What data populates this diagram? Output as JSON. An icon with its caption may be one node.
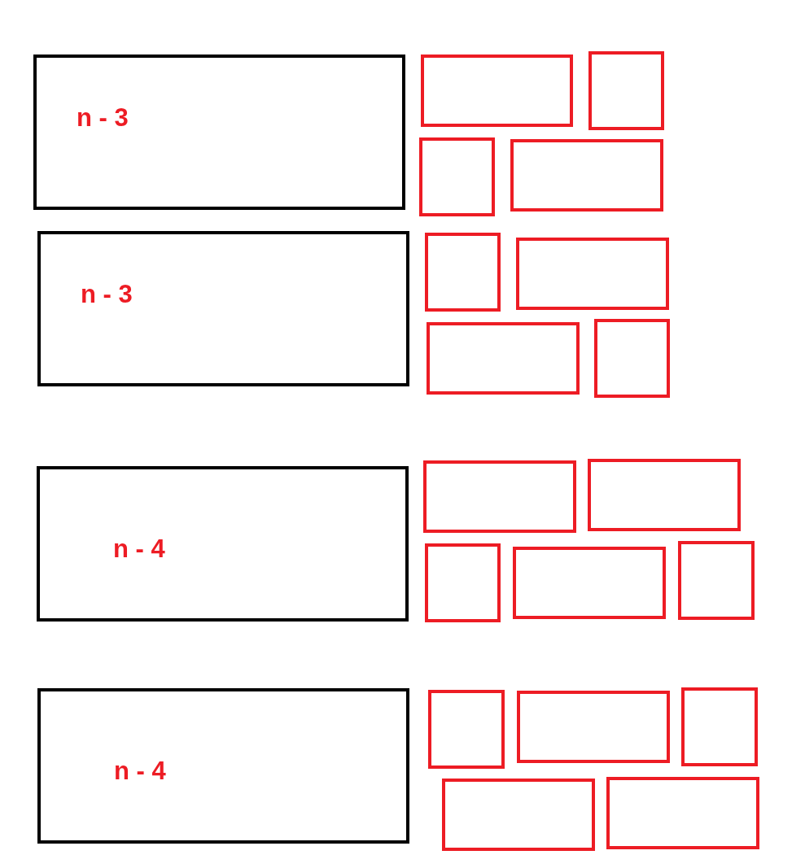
{
  "diagram": {
    "nodes": [
      {
        "text": [
          "n - 3"
        ]
      },
      {
        "text": [],
        "shape": "box"
      },
      {
        "text": [],
        "shape": "box"
      },
      {
        "text": [],
        "shape": "box"
      },
      {
        "text": [],
        "shape": "box"
      },
      {
        "text": [
          "n - 3"
        ]
      },
      {
        "text": [],
        "shape": "box"
      },
      {
        "text": [],
        "shape": "box"
      },
      {
        "text": [],
        "shape": "box"
      },
      {
        "text": [],
        "shape": "box"
      },
      {
        "text": [
          "n - 4"
        ]
      },
      {
        "text": [],
        "shape": "box"
      },
      {
        "text": [],
        "shape": "box"
      },
      {
        "text": [],
        "shape": "box"
      },
      {
        "text": [],
        "shape": "box"
      },
      {
        "text": [],
        "shape": "box"
      },
      {
        "text": [
          "n - 4"
        ]
      },
      {
        "text": [],
        "shape": "box"
      },
      {
        "text": [],
        "shape": "box"
      },
      {
        "text": [],
        "shape": "box"
      },
      {
        "text": [],
        "shape": "box"
      },
      {
        "text": [],
        "shape": "box"
      }
    ]
  }
}
